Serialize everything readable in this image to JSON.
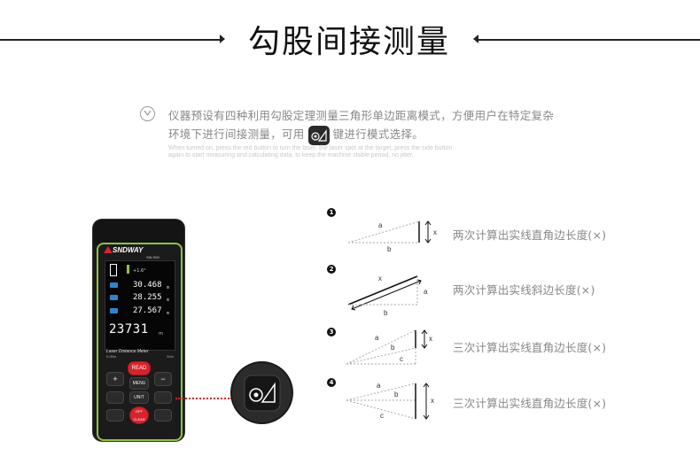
{
  "header": {
    "title": "勾股间接测量"
  },
  "description": {
    "line1": "仪器预设有四种利用勾股定理测量三角形单边距离模式，方便用户在特定复杂",
    "line2_a": "环境下进行间接测量，可用",
    "line2_b": "键进行模式选择。",
    "english_1": "When turned on, press the red button to turn the laser, the laser spot at the target, press the side button",
    "english_2": "again to start measuring and calculating data, to keep the machine stable period, no jitter."
  },
  "device": {
    "brand": "SNDWAY",
    "model": "SW-S50",
    "lcd_rows": [
      {
        "value": "30.468",
        "unit": "m"
      },
      {
        "value": "28.255",
        "unit": "m"
      },
      {
        "value": "27.567",
        "unit": "m"
      }
    ],
    "lcd_top": "+1.6°",
    "lcd_main": "23731",
    "lcd_main_unit": "m",
    "panel_title": "Laser Distance Meter",
    "panel_range_min": "0.05m",
    "panel_range_max": "50m",
    "keys": {
      "read": "READ",
      "plus": "+",
      "minus": "−",
      "menu": "MENU",
      "unit": "UNIT",
      "off": "OFF CLEAR"
    }
  },
  "modes": [
    {
      "number": "1",
      "labels": [
        "a",
        "b",
        "x"
      ],
      "caption": "两次计算出实线直角边长度(×)"
    },
    {
      "number": "2",
      "labels": [
        "x",
        "a",
        "b"
      ],
      "caption": "两次计算出实线斜边长度(×)"
    },
    {
      "number": "3",
      "labels": [
        "a",
        "b",
        "c",
        "x"
      ],
      "caption": "三次计算出实线直角边长度(×)"
    },
    {
      "number": "4",
      "labels": [
        "a",
        "b",
        "c",
        "x"
      ],
      "caption": "三次计算出实线直角边长度(×)"
    }
  ],
  "colors": {
    "accent_green": "#8cc63e",
    "laser_red": "#e02020",
    "lcd_blue": "#2a86d4",
    "read_red": "#d8232a"
  }
}
